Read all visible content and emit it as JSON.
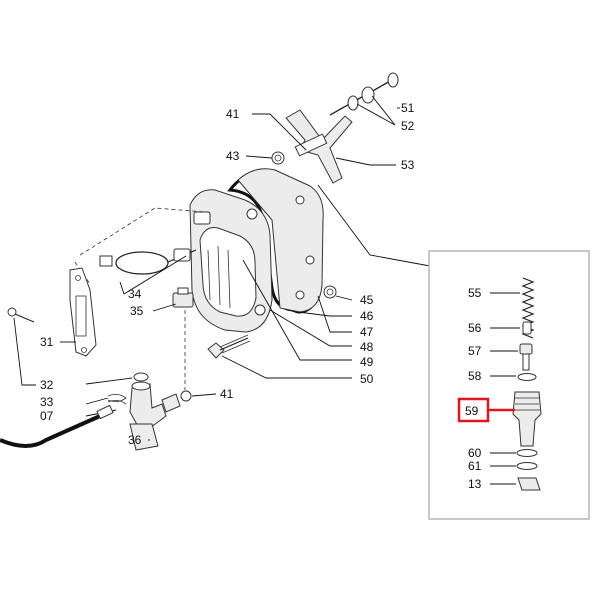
{
  "accent_color": "#e0161f",
  "labels": {
    "l51": "51",
    "l52": "52",
    "l41a": "41",
    "l43": "43",
    "l53": "53",
    "l34": "34",
    "l35": "35",
    "l31": "31",
    "l45": "45",
    "l46": "46",
    "l47": "47",
    "l48": "48",
    "l49": "49",
    "l50": "50",
    "l32": "32",
    "l33": "33",
    "l07": "07",
    "l36": "36",
    "l41b": "41",
    "l55": "55",
    "l56": "56",
    "l57": "57",
    "l58": "58",
    "l59": "59",
    "l60": "60",
    "l61": "61",
    "l13": "13"
  }
}
